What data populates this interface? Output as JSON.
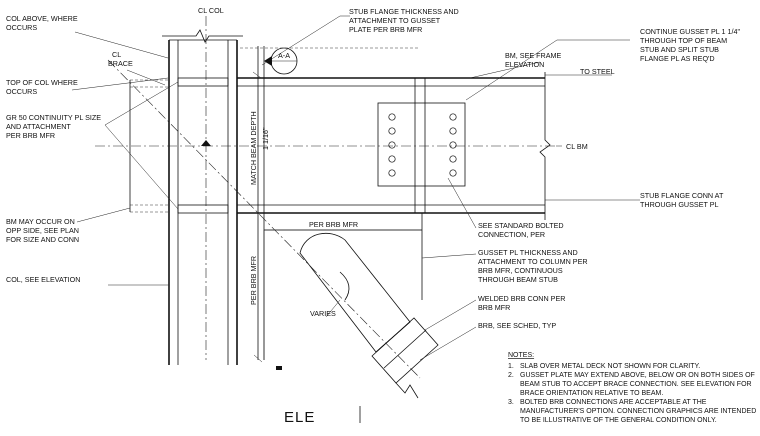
{
  "labels": {
    "col_above": [
      "COL ABOVE, WHERE",
      "OCCURS"
    ],
    "cl_col": "CL COL",
    "stub_flange": [
      "STUB FLANGE THICKNESS AND",
      "ATTACHMENT TO GUSSET",
      "PLATE PER BRB MFR"
    ],
    "continue_gusset": [
      "CONTINUE GUSSET PL 1 1/4\"",
      "THROUGH TOP OF BEAM",
      "STUB AND SPLIT STUB",
      "FLANGE PL AS REQ'D"
    ],
    "cl_brace": [
      "CL",
      "BRACE"
    ],
    "section_mark": "A-A",
    "bm_see_frame": [
      "BM, SEE FRAME",
      "ELEVATION"
    ],
    "to_steel": "TO STEEL",
    "top_of_col": [
      "TOP OF COL WHERE",
      "OCCURS"
    ],
    "gr50": [
      "GR 50 CONTINUITY PL SIZE",
      "AND ATTACHMENT",
      "PER BRB MFR"
    ],
    "match_beam_depth": "MATCH BEAM DEPTH",
    "dim_1_1_16": "1 1/16\"",
    "cl_bm": "CL BM",
    "stub_flange_conn": [
      "STUB FLANGE CONN AT",
      "THROUGH GUSSET PL"
    ],
    "bm_may_occur": [
      "BM MAY OCCUR ON",
      "OPP SIDE, SEE PLAN",
      "FOR SIZE AND CONN"
    ],
    "see_standard_bolted": [
      "SEE STANDARD BOLTED",
      "CONNECTION, PER"
    ],
    "per_brb_mfr_h": "PER BRB MFR",
    "per_brb_mfr_v": "PER BRB MFR",
    "gusset_pl": [
      "GUSSET PL THICKNESS AND",
      "ATTACHMENT TO COLUMN PER",
      "BRB MFR, CONTINUOUS",
      "THROUGH BEAM STUB"
    ],
    "col_see_elevation": "COL, SEE ELEVATION",
    "welded_brb": [
      "WELDED BRB CONN PER",
      "BRB MFR"
    ],
    "varies": "VARIES",
    "brb_see_sched": "BRB, SEE SCHED, TYP"
  },
  "notes": {
    "heading": "NOTES:",
    "items": [
      [
        "1.",
        "SLAB OVER METAL DECK NOT SHOWN FOR CLARITY."
      ],
      [
        "2.",
        "GUSSET PLATE MAY EXTEND ABOVE, BELOW OR ON BOTH SIDES OF"
      ],
      [
        "",
        "BEAM STUB TO ACCEPT BRACE CONNECTION. SEE ELEVATION FOR"
      ],
      [
        "",
        "BRACE ORIENTATION RELATIVE TO BEAM."
      ],
      [
        "3.",
        "BOLTED BRB CONNECTIONS ARE ACCEPTABLE AT THE"
      ],
      [
        "",
        "MANUFACTURER'S OPTION. CONNECTION GRAPHICS ARE INTENDED"
      ],
      [
        "",
        "TO BE ILLUSTRATIVE OF THE GENERAL CONDITION ONLY."
      ]
    ]
  },
  "title": "ELE"
}
